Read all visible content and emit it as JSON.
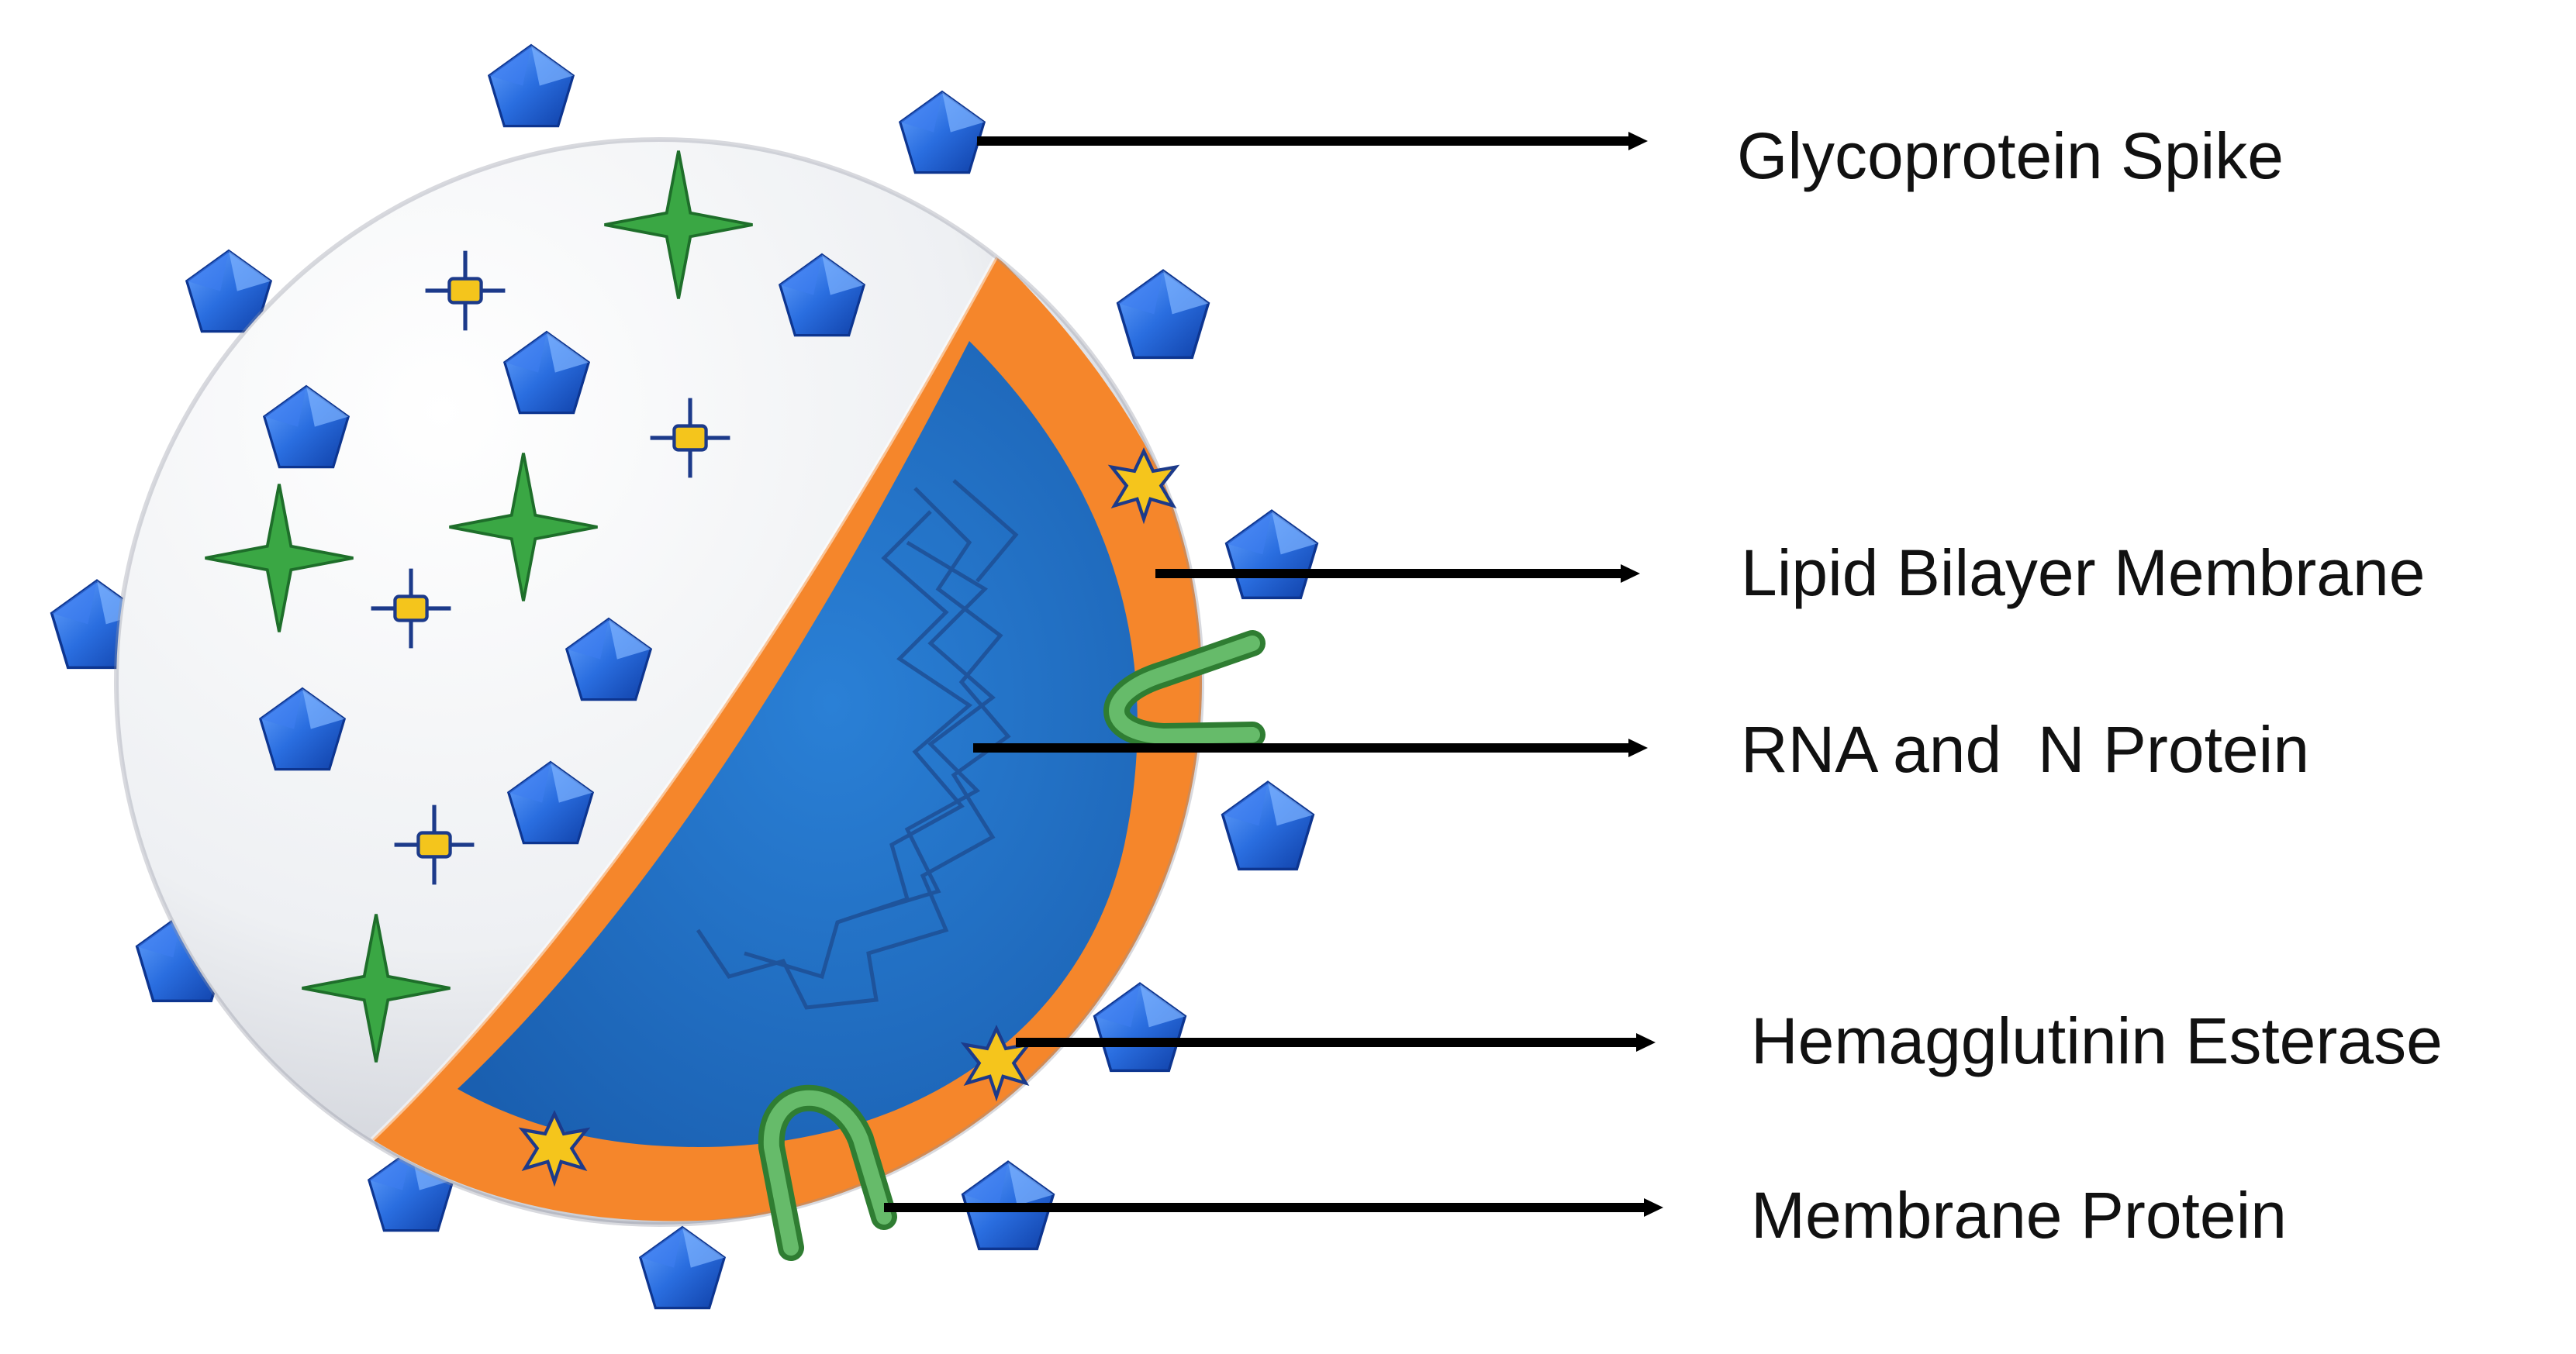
{
  "labels": {
    "glycoprotein_spike": "Glycoprotein Spike",
    "lipid_bilayer_membrane": "Lipid Bilayer Membrane",
    "rna_and_n_protein": "RNA and  N Protein",
    "hemagglutinin_esterase": "Hemagglutinin Esterase",
    "membrane_protein": "Membrane Protein"
  },
  "colors": {
    "spike": "#1f5fd6",
    "spike_light": "#5a95f2",
    "membrane": "#f5862b",
    "core": "#1f74c9",
    "shell": "#e3e3ea",
    "membrane_protein": "#4caf50",
    "green_star": "#3aa744",
    "yellow_marker": "#f2c21a",
    "line": "#000000"
  }
}
